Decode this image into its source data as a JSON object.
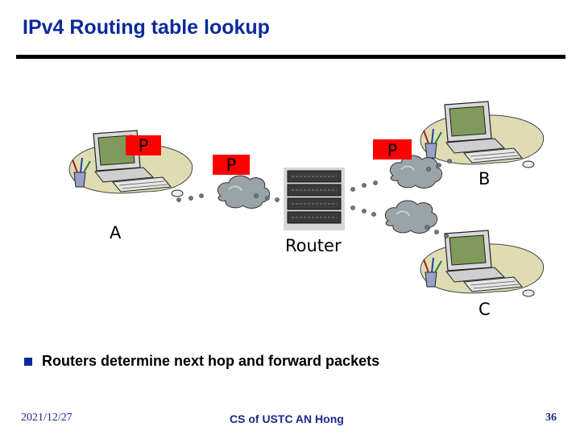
{
  "slide": {
    "title": "IPv4 Routing table lookup",
    "bullet": "Routers determine next hop and forward packets"
  },
  "diagram": {
    "packet_label": "P",
    "host_a": "A",
    "host_b": "B",
    "host_c": "C",
    "router": "Router"
  },
  "footer": {
    "date": "2021/12/27",
    "center": "CS of USTC AN Hong",
    "page": "36"
  },
  "colors": {
    "title": "#0b2a9a",
    "packet": "#8a0000",
    "cloud": "#9aa3a8"
  }
}
